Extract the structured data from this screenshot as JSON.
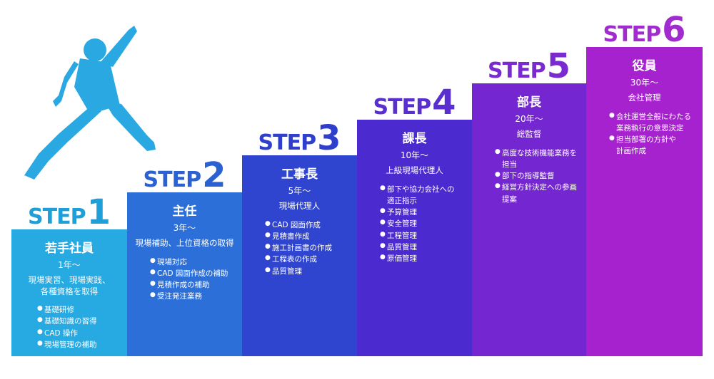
{
  "steps": [
    {
      "word": "STEP",
      "num": "1",
      "title": "若手社員",
      "years": "1年〜",
      "role": "現場実習、現場実践、\n各種資格を取得",
      "tasks": [
        "基礎研修",
        "基礎知識の習得",
        "CAD 操作",
        "現場管理の補助"
      ]
    },
    {
      "word": "STEP",
      "num": "2",
      "title": "主任",
      "years": "3年〜",
      "role": "現場補助、上位資格の取得",
      "tasks": [
        "現場対応",
        "CAD 図面作成の補助",
        "見積作成の補助",
        "受注発注業務"
      ]
    },
    {
      "word": "STEP",
      "num": "3",
      "title": "工事長",
      "years": "5年〜",
      "role": "現場代理人",
      "tasks": [
        "CAD 図面作成",
        "見積書作成",
        "施工計画書の作成",
        "工程表の作成",
        "品質管理"
      ]
    },
    {
      "word": "STEP",
      "num": "4",
      "title": "課長",
      "years": "10年〜",
      "role": "上級現場代理人",
      "tasks": [
        "部下や協力会社への\n適正指示",
        "予算管理",
        "安全管理",
        "工程管理",
        "品質管理",
        "原価管理"
      ]
    },
    {
      "word": "STEP",
      "num": "5",
      "title": "部長",
      "years": "20年〜",
      "role": "総監督",
      "tasks": [
        "高度な技術機能業務を\n担当",
        "部下の指導監督",
        "経営方針決定への参画\n提案"
      ]
    },
    {
      "word": "STEP",
      "num": "6",
      "title": "役員",
      "years": "30年〜",
      "role": "会社管理",
      "tasks": [
        "会社運営全般にわたる\n業務執行の意思決定",
        "担当部署の方針や\n計画作成"
      ]
    }
  ],
  "colors": {
    "step_blocks": [
      "#27a9e1",
      "#2d6fd8",
      "#2f45d0",
      "#4b2bd0",
      "#7426d0",
      "#a622cf"
    ],
    "step_labels": [
      "#1f9ed8",
      "#2a62d4",
      "#2f3fcb",
      "#5a2fcf",
      "#7a2bcf",
      "#a12bcf"
    ],
    "figure": "#2aa8e2"
  },
  "icons": {
    "figure": "jumping-person-icon"
  }
}
